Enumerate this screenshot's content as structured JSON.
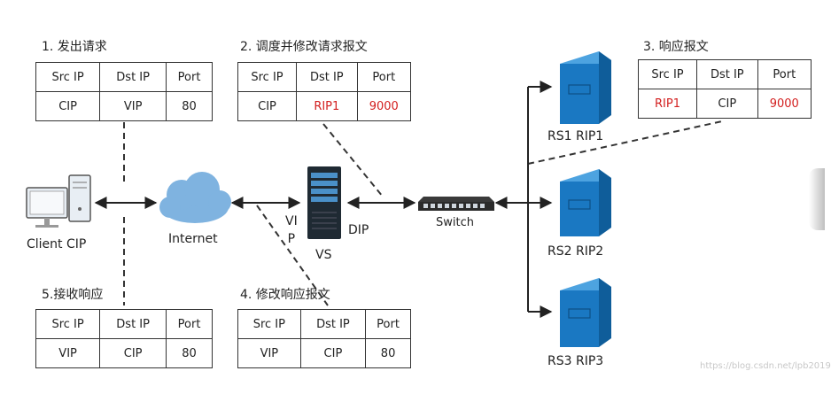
{
  "steps": [
    {
      "title": "1. 发出请求",
      "headers": [
        "Src IP",
        "Dst IP",
        "Port"
      ],
      "values": [
        "CIP",
        "VIP",
        "80"
      ],
      "red": [
        false,
        false,
        false
      ]
    },
    {
      "title": "2. 调度并修改请求报文",
      "headers": [
        "Src IP",
        "Dst IP",
        "Port"
      ],
      "values": [
        "CIP",
        "RIP1",
        "9000"
      ],
      "red": [
        false,
        true,
        true
      ]
    },
    {
      "title": "3. 响应报文",
      "headers": [
        "Src IP",
        "Dst IP",
        "Port"
      ],
      "values": [
        "RIP1",
        "CIP",
        "9000"
      ],
      "red": [
        true,
        false,
        true
      ]
    },
    {
      "title": "4. 修改响应报文",
      "headers": [
        "Src IP",
        "Dst IP",
        "Port"
      ],
      "values": [
        "VIP",
        "CIP",
        "80"
      ],
      "red": [
        false,
        false,
        false
      ]
    },
    {
      "title": "5.接收响应",
      "headers": [
        "Src IP",
        "Dst IP",
        "Port"
      ],
      "values": [
        "VIP",
        "CIP",
        "80"
      ],
      "red": [
        false,
        false,
        false
      ]
    }
  ],
  "nodes": {
    "client": "Client CIP",
    "internet": "Internet",
    "vs": "VS",
    "vip": "VI\nP",
    "dip": "DIP",
    "switch": "Switch",
    "rs1": "RS1 RIP1",
    "rs2": "RS2 RIP2",
    "rs3": "RS3 RIP3"
  },
  "watermark": "https://blog.csdn.net/lpb2019",
  "colors": {
    "red": "#d32020",
    "server_blue": "#1a78c2",
    "cloud": "#7fb3e0"
  }
}
